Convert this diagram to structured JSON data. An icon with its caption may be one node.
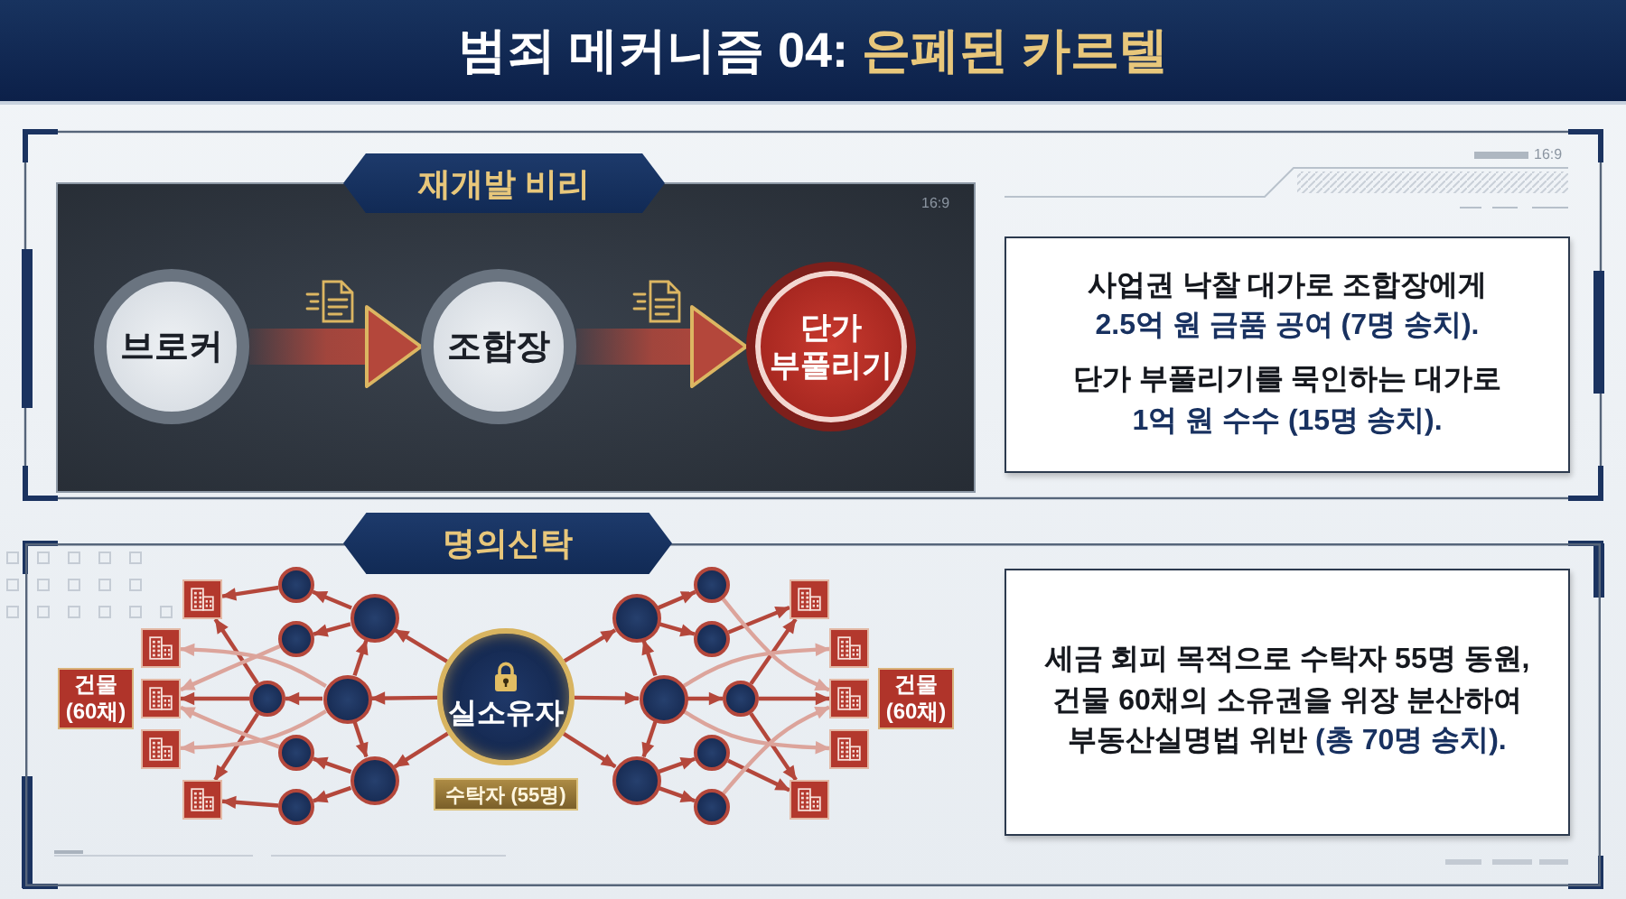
{
  "diagram": {
    "title": "범죄 메커니즘 04: *은폐된 카르텔*",
    "nodes": [
      {
        "text": [
          "재개발 비리"
        ]
      },
      {
        "text": [
          "브로커"
        ],
        "in": 0
      },
      {
        "text": [
          "조합장"
        ],
        "in": 0
      },
      {
        "text": [
          "단가 부풀리기"
        ],
        "in": 0
      },
      {
        "text": [
          "사업권 낙찰 대가로 조합장에게 *2.5억 원 금품 공여 (7명 송치).*",
          "단가 부풀리기를 묵인하는 대가로 *1억 원 수수 (15명 송치).*"
        ]
      },
      {
        "text": [
          "명의신탁"
        ]
      },
      {
        "text": [
          "건물 (60채)"
        ],
        "in": 5
      },
      {
        "text": [],
        "shape": "picture",
        "in": 5
      },
      {
        "text": [],
        "shape": "picture",
        "in": 5
      },
      {
        "text": [],
        "shape": "picture",
        "in": 5
      },
      {
        "text": [],
        "shape": "picture",
        "in": 5
      },
      {
        "text": [],
        "shape": "picture",
        "in": 5
      },
      {
        "text": [],
        "shape": "circle",
        "in": 5
      },
      {
        "text": [],
        "shape": "circle",
        "in": 5
      },
      {
        "text": [],
        "shape": "circle",
        "in": 5
      },
      {
        "text": [],
        "shape": "circle",
        "in": 5
      },
      {
        "text": [],
        "shape": "circle",
        "in": 5
      },
      {
        "text": [],
        "shape": "circle",
        "in": 5
      },
      {
        "text": [],
        "shape": "circle",
        "in": 5
      },
      {
        "text": [],
        "shape": "circle",
        "in": 5
      },
      {
        "text": [
          "실소유자"
        ],
        "in": 5,
        "beside": [
          "수탁자 (55명)"
        ]
      },
      {
        "text": [],
        "shape": "circle",
        "in": 5
      },
      {
        "text": [],
        "shape": "circle",
        "in": 5
      },
      {
        "text": [],
        "shape": "circle",
        "in": 5
      },
      {
        "text": [],
        "shape": "circle",
        "in": 5
      },
      {
        "text": [],
        "shape": "circle",
        "in": 5
      },
      {
        "text": [],
        "shape": "circle",
        "in": 5
      },
      {
        "text": [],
        "shape": "circle",
        "in": 5
      },
      {
        "text": [],
        "shape": "circle",
        "in": 5
      },
      {
        "text": [],
        "shape": "picture",
        "in": 5
      },
      {
        "text": [],
        "shape": "picture",
        "in": 5
      },
      {
        "text": [],
        "shape": "picture",
        "in": 5
      },
      {
        "text": [],
        "shape": "picture",
        "in": 5
      },
      {
        "text": [],
        "shape": "picture",
        "in": 5
      },
      {
        "text": [
          "건물 (60채)"
        ],
        "in": 5
      },
      {
        "text": [
          "세금 회피 목적으로 수탁자 55명 동원, 건물 60채의 소유권을 위장 분산하여 부동산실명법 위반 *(총 70명 송치).*"
        ],
        "in": 5
      }
    ],
    "edges": [
      {
        "from": 1,
        "to": 2,
        "arrow": "to",
        "style": "thick"
      },
      {
        "from": 2,
        "to": 3,
        "arrow": "to",
        "style": "thick"
      },
      {
        "from": 20,
        "to": 17,
        "arrow": "to"
      },
      {
        "from": 20,
        "to": 18,
        "arrow": "to"
      },
      {
        "from": 20,
        "to": 19,
        "arrow": "to"
      },
      {
        "from": 18,
        "to": 17,
        "arrow": "to"
      },
      {
        "from": 18,
        "to": 19,
        "arrow": "to"
      },
      {
        "from": 18,
        "to": 14,
        "arrow": "to"
      },
      {
        "from": 17,
        "to": 12,
        "arrow": "to"
      },
      {
        "from": 17,
        "to": 13,
        "arrow": "to"
      },
      {
        "from": 19,
        "to": 15,
        "arrow": "to"
      },
      {
        "from": 19,
        "to": 16,
        "arrow": "to"
      },
      {
        "from": 12,
        "to": 7,
        "arrow": "to"
      },
      {
        "from": 14,
        "to": 7,
        "arrow": "to"
      },
      {
        "from": 14,
        "to": 9,
        "arrow": "to"
      },
      {
        "from": 14,
        "to": 11,
        "arrow": "to"
      },
      {
        "from": 16,
        "to": 11,
        "arrow": "to"
      },
      {
        "from": 18,
        "to": 8,
        "arrow": "to",
        "color": "#dca49b"
      },
      {
        "from": 18,
        "to": 10,
        "arrow": "to",
        "color": "#dca49b"
      },
      {
        "from": 13,
        "to": 9,
        "arrow": "to",
        "color": "#dca49b"
      },
      {
        "from": 15,
        "to": 9,
        "arrow": "to",
        "color": "#dca49b"
      },
      {
        "from": 20,
        "to": 21,
        "arrow": "to"
      },
      {
        "from": 20,
        "to": 22,
        "arrow": "to"
      },
      {
        "from": 20,
        "to": 23,
        "arrow": "to"
      },
      {
        "from": 22,
        "to": 21,
        "arrow": "to"
      },
      {
        "from": 22,
        "to": 23,
        "arrow": "to"
      },
      {
        "from": 22,
        "to": 26,
        "arrow": "to"
      },
      {
        "from": 21,
        "to": 24,
        "arrow": "to"
      },
      {
        "from": 21,
        "to": 25,
        "arrow": "to"
      },
      {
        "from": 23,
        "to": 27,
        "arrow": "to"
      },
      {
        "from": 23,
        "to": 28,
        "arrow": "to"
      },
      {
        "from": 25,
        "to": 29,
        "arrow": "to"
      },
      {
        "from": 26,
        "to": 29,
        "arrow": "to"
      },
      {
        "from": 26,
        "to": 31,
        "arrow": "to"
      },
      {
        "from": 26,
        "to": 33,
        "arrow": "to"
      },
      {
        "from": 27,
        "to": 33,
        "arrow": "to"
      },
      {
        "from": 22,
        "to": 30,
        "arrow": "to",
        "color": "#dca49b"
      },
      {
        "from": 22,
        "to": 32,
        "arrow": "to",
        "color": "#dca49b"
      },
      {
        "from": 24,
        "to": 31,
        "arrow": "to",
        "color": "#dca49b"
      },
      {
        "from": 28,
        "to": 31,
        "arrow": "to",
        "color": "#dca49b"
      }
    ],
    "labels": [
      "16:9",
      "16:9"
    ]
  }
}
